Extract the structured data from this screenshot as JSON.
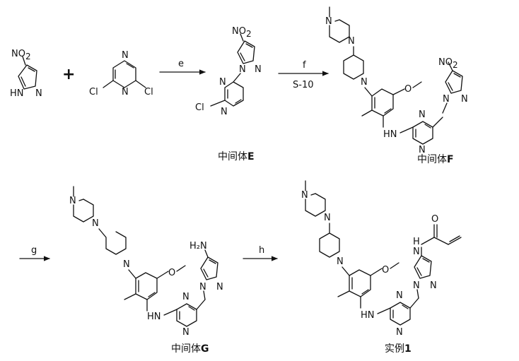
{
  "scheme": {
    "plus": "+",
    "steps": [
      {
        "reagent": "e",
        "condition": ""
      },
      {
        "reagent": "f",
        "condition": "S-10"
      },
      {
        "reagent": "g",
        "condition": ""
      },
      {
        "reagent": "h",
        "condition": ""
      }
    ],
    "compounds": [
      {
        "caption_prefix": "",
        "caption_bold": ""
      },
      {
        "caption_prefix": "",
        "caption_bold": ""
      },
      {
        "caption_prefix": "中间体",
        "caption_bold": "E"
      },
      {
        "caption_prefix": "中间体",
        "caption_bold": "F"
      },
      {
        "caption_prefix": "中间体",
        "caption_bold": "G"
      },
      {
        "caption_prefix": "实例",
        "caption_bold": "1"
      }
    ],
    "atoms": {
      "no2": "NO",
      "no2_sub": "2",
      "hn": "HN",
      "n": "N",
      "cl": "Cl",
      "o": "O",
      "nh2": "H₂N",
      "h": "H"
    }
  }
}
